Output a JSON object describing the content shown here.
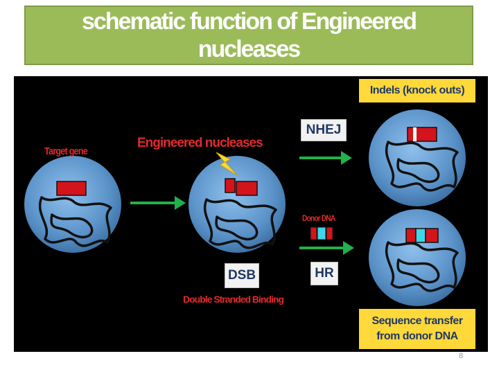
{
  "title": "schematic function of Engineered nucleases",
  "labels": {
    "target_gene": "Target gene",
    "engineered_nucleases": "Engineered nucleases",
    "nhej": "NHEJ",
    "donor_dna": "Donor DNA",
    "dsb": "DSB",
    "hr": "HR",
    "double_stranded": "Double Stranded Binding",
    "indels": "Indels (knock outs)",
    "sequence_transfer": "Sequence transfer from donor DNA"
  },
  "page_number": "8",
  "colors": {
    "title_bg": "#9bbb59",
    "panel_bg": "#000000",
    "cell": "#5b93c9",
    "gene": "#d4141b",
    "donor_insert": "#3fd6e8",
    "arrow": "#22b14c",
    "label_red": "#e02a2a",
    "callout": "#ffd83a"
  }
}
